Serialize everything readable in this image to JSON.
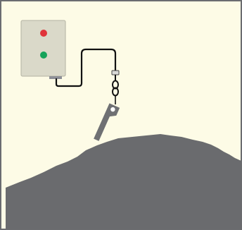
{
  "colors": {
    "background": "#fdfbe6",
    "frame": "#6b6c70",
    "control_box": "#dad9c9",
    "control_box_edge": "#b3b2a2",
    "indicator_red": "#e0343a",
    "indicator_green": "#16a35a",
    "cable": "#111111",
    "probe": "#6f7073",
    "pile": "#6a6b6e"
  },
  "icons": {
    "control_box": "control-box-icon",
    "indicator_red": "red-indicator-light",
    "indicator_green": "green-indicator-light",
    "cable": "cable",
    "probe": "tilt-switch-probe-icon",
    "pile": "material-pile"
  }
}
